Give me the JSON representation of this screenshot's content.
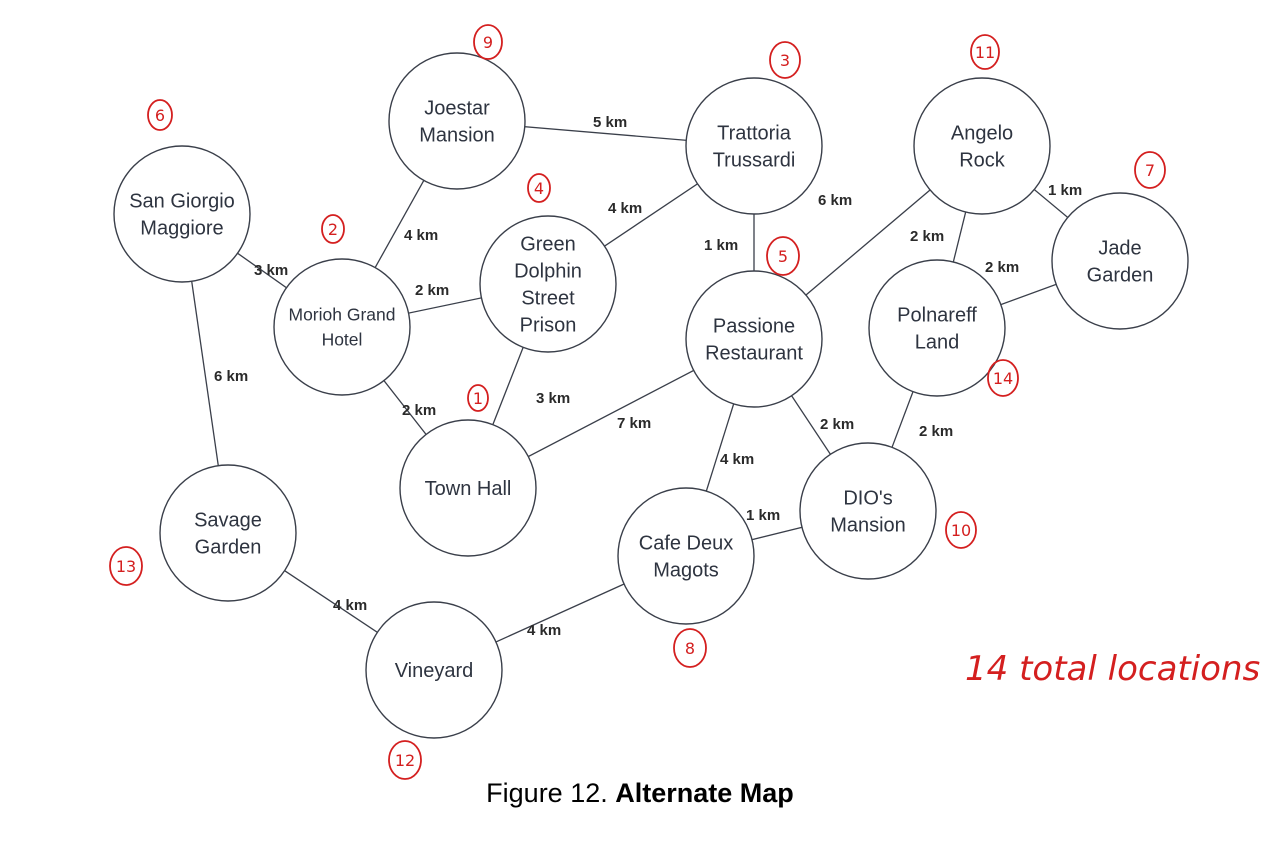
{
  "nodes": [
    {
      "id": "joestar",
      "lines": [
        "Joestar",
        "Mansion"
      ],
      "badge": "9"
    },
    {
      "id": "trattoria",
      "lines": [
        "Trattoria",
        "Trussardi"
      ],
      "badge": "3"
    },
    {
      "id": "angelo",
      "lines": [
        "Angelo",
        "Rock"
      ],
      "badge": "11"
    },
    {
      "id": "sangiorgio",
      "lines": [
        "San Giorgio",
        "Maggiore"
      ],
      "badge": "6"
    },
    {
      "id": "morioh",
      "lines": [
        "Morioh Grand",
        "Hotel"
      ],
      "badge": "2"
    },
    {
      "id": "greendolphin",
      "lines": [
        "Green",
        "Dolphin",
        "Street",
        "Prison"
      ],
      "badge": "4"
    },
    {
      "id": "jade",
      "lines": [
        "Jade",
        "Garden"
      ],
      "badge": "7"
    },
    {
      "id": "passione",
      "lines": [
        "Passione",
        "Restaurant"
      ],
      "badge": "5"
    },
    {
      "id": "polnareff",
      "lines": [
        "Polnareff",
        "Land"
      ],
      "badge": "14"
    },
    {
      "id": "townhall",
      "lines": [
        "Town Hall"
      ],
      "badge": "1"
    },
    {
      "id": "savage",
      "lines": [
        "Savage",
        "Garden"
      ],
      "badge": "13"
    },
    {
      "id": "cafe",
      "lines": [
        "Cafe Deux",
        "Magots"
      ],
      "badge": "8"
    },
    {
      "id": "dio",
      "lines": [
        "DIO's",
        "Mansion"
      ],
      "badge": "10"
    },
    {
      "id": "vineyard",
      "lines": [
        "Vineyard"
      ],
      "badge": "12"
    }
  ],
  "edges": [
    {
      "from": "joestar",
      "to": "trattoria",
      "label": "5 km"
    },
    {
      "from": "joestar",
      "to": "morioh",
      "label": "4 km"
    },
    {
      "from": "trattoria",
      "to": "greendolphin",
      "label": "4 km"
    },
    {
      "from": "trattoria",
      "to": "passione",
      "label": "1 km"
    },
    {
      "from": "angelo",
      "to": "passione",
      "label": "6 km"
    },
    {
      "from": "angelo",
      "to": "jade",
      "label": "1 km"
    },
    {
      "from": "angelo",
      "to": "polnareff",
      "label": "2 km"
    },
    {
      "from": "jade",
      "to": "polnareff",
      "label": "2 km"
    },
    {
      "from": "sangiorgio",
      "to": "morioh",
      "label": "3 km"
    },
    {
      "from": "sangiorgio",
      "to": "savage",
      "label": "6 km"
    },
    {
      "from": "morioh",
      "to": "greendolphin",
      "label": "2 km"
    },
    {
      "from": "morioh",
      "to": "townhall",
      "label": "2 km"
    },
    {
      "from": "greendolphin",
      "to": "townhall",
      "label": "3 km"
    },
    {
      "from": "passione",
      "to": "townhall",
      "label": "7 km"
    },
    {
      "from": "passione",
      "to": "cafe",
      "label": "4 km"
    },
    {
      "from": "passione",
      "to": "dio",
      "label": "2 km"
    },
    {
      "from": "polnareff",
      "to": "dio",
      "label": "2 km"
    },
    {
      "from": "cafe",
      "to": "dio",
      "label": "1 km"
    },
    {
      "from": "savage",
      "to": "vineyard",
      "label": "4 km"
    },
    {
      "from": "vineyard",
      "to": "cafe",
      "label": "4 km"
    }
  ],
  "note": "14 total locations",
  "caption": {
    "prefix": "Figure 12.",
    "title": "Alternate Map"
  },
  "colors": {
    "annotation": "#d41f1f",
    "line": "#3a3f4a"
  }
}
